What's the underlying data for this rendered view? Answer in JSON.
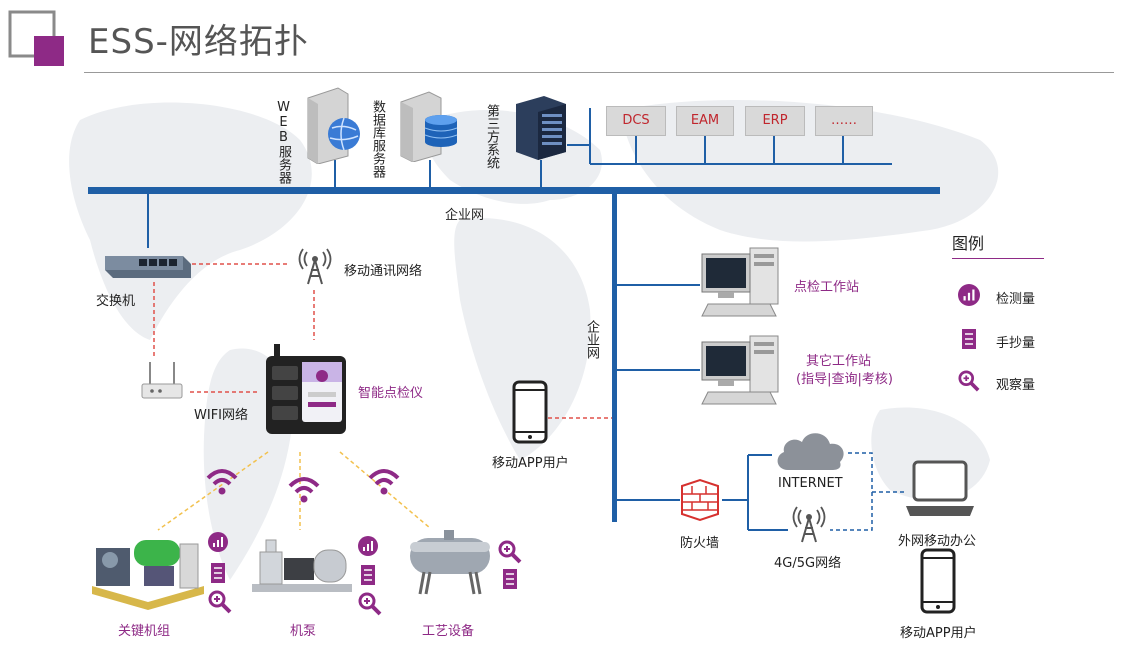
{
  "title": "ESS-网络拓扑",
  "servers": {
    "web": "WEB服务器",
    "db": "数据库服务器",
    "third": "第三方系统"
  },
  "systems": [
    "DCS",
    "EAM",
    "ERP",
    "……"
  ],
  "enterprise_net_h": "企业网",
  "enterprise_net_v": "企业网",
  "switch_label": "交换机",
  "mobile_comm": "移动通讯网络",
  "wifi": "WIFI网络",
  "device": "智能点检仪",
  "mobile_app_user_1": "移动APP用户",
  "workstation_1": "点检工作站",
  "workstation_2_line1": "其它工作站",
  "workstation_2_line2": "(指导|查询|考核)",
  "legend": {
    "title": "图例",
    "items": [
      "检测量",
      "手抄量",
      "观察量"
    ]
  },
  "internet": "INTERNET",
  "network_4g5g": "4G/5G网络",
  "firewall": "防火墙",
  "external_office": "外网移动办公",
  "mobile_app_user_2": "移动APP用户",
  "equipment": [
    "关键机组",
    "机泵",
    "工艺设备"
  ],
  "colors": {
    "accent": "#8e2a86",
    "network_blue": "#1f5fa6",
    "dashed_red": "#e0504a",
    "dashed_yellow": "#f2c14e"
  }
}
